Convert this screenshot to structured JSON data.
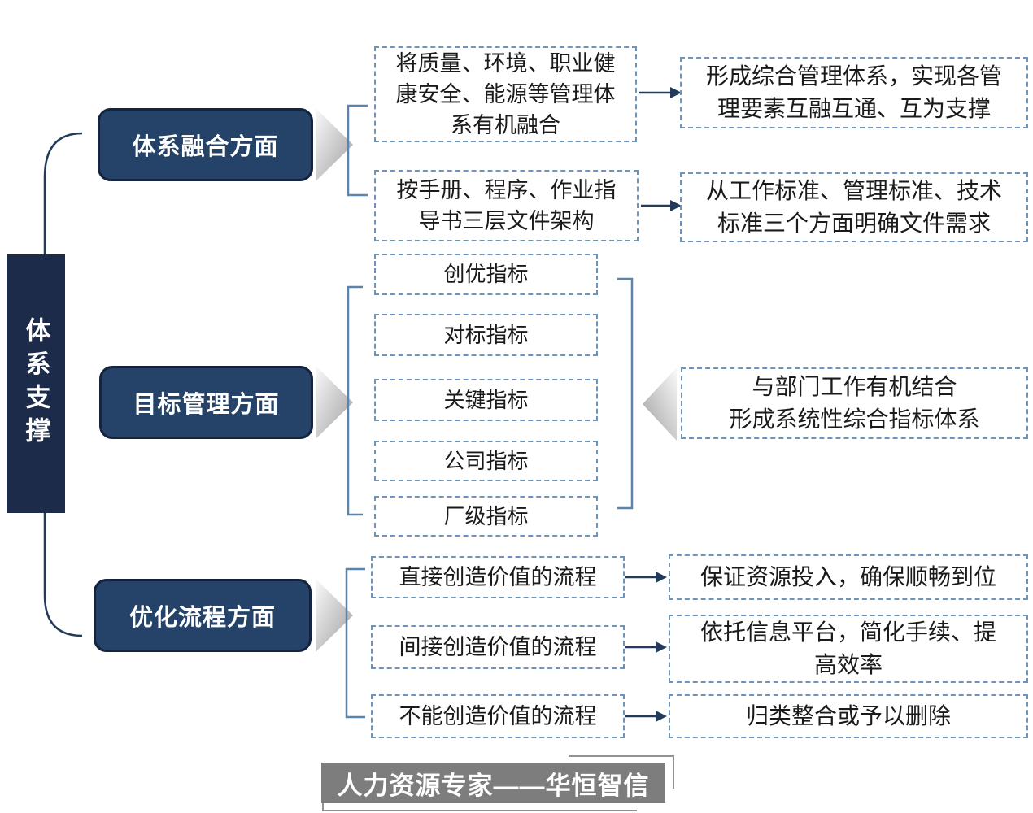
{
  "root": {
    "label": "体系支撑"
  },
  "branches": [
    {
      "label": "体系融合方面",
      "items": [
        "将质量、环境、职业健康安全、能源等管理体系有机融合",
        "按手册、程序、作业指导书三层文件架构"
      ],
      "results": [
        "形成综合管理体系，实现各管理要素互融互通、互为支撑",
        "从工作标准、管理标准、技术标准三个方面明确文件需求"
      ]
    },
    {
      "label": "目标管理方面",
      "indicators": [
        "创优指标",
        "对标指标",
        "关键指标",
        "公司指标",
        "厂级指标"
      ],
      "result": "与部门工作有机结合\n形成系统性综合指标体系"
    },
    {
      "label": "优化流程方面",
      "items": [
        "直接创造价值的流程",
        "间接创造价值的流程",
        "不能创造价值的流程"
      ],
      "results": [
        "保证资源投入，确保顺畅到位",
        "依托信息平台，简化手续、提高效率",
        "归类整合或予以删除"
      ]
    }
  ],
  "footer": {
    "text": "人力资源专家——华恒智信"
  },
  "colors": {
    "navy_dark": "#1b2b49",
    "category_fill": "#254268",
    "category_border": "#14243e",
    "dashed_border": "#6f94bb",
    "bracket": "#5d85ab",
    "connector": "#233b5a",
    "footer_bg": "#7d7d7d"
  }
}
